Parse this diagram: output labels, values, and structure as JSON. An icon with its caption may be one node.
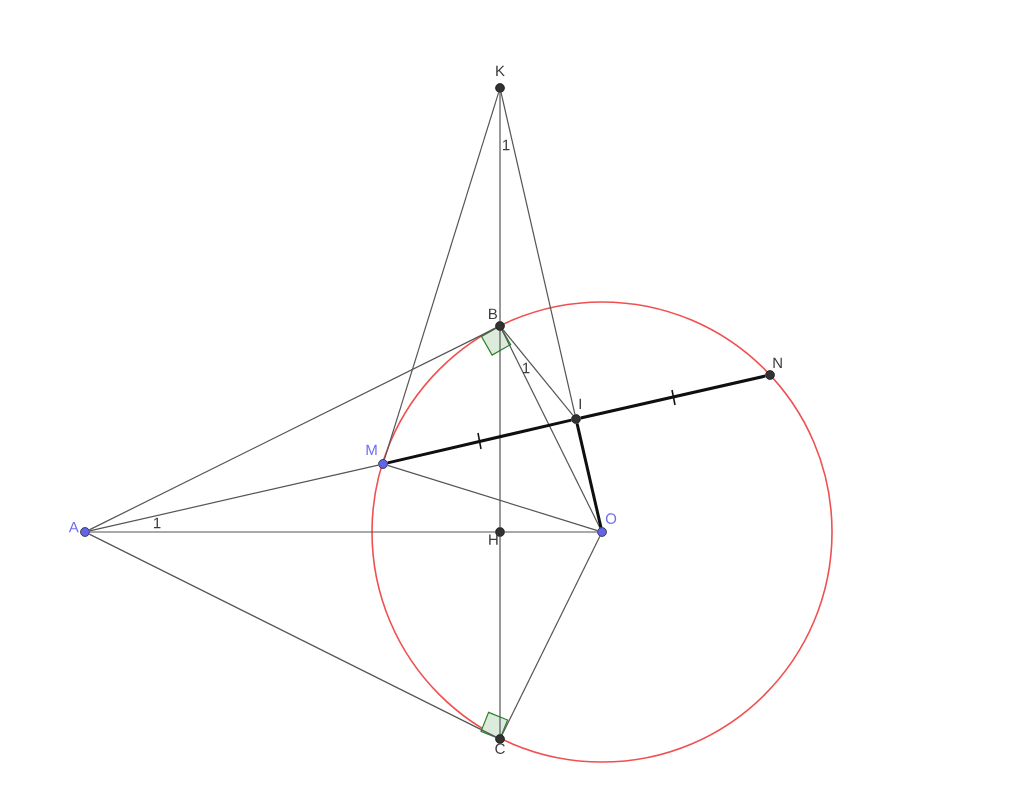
{
  "diagram": {
    "nodes": [
      {
        "text": [
          "K"
        ]
      },
      {
        "text": [
          "B"
        ]
      },
      {
        "text": [
          "H"
        ]
      },
      {
        "text": [
          "C"
        ]
      },
      {
        "text": [
          "A"
        ]
      },
      {
        "text": [
          "M"
        ]
      },
      {
        "text": [
          "O"
        ]
      },
      {
        "text": [
          "I"
        ]
      },
      {
        "text": [
          "N"
        ]
      }
    ],
    "edges": [
      {
        "from": 0,
        "to": 1,
        "arrow": "none"
      },
      {
        "from": 1,
        "to": 2,
        "arrow": "none"
      },
      {
        "from": 2,
        "to": 3,
        "arrow": "none"
      },
      {
        "from": 0,
        "to": 5,
        "arrow": "none"
      },
      {
        "from": 0,
        "to": 7,
        "arrow": "none"
      },
      {
        "from": 4,
        "to": 1,
        "arrow": "none"
      },
      {
        "from": 4,
        "to": 5,
        "arrow": "none"
      },
      {
        "from": 4,
        "to": 2,
        "arrow": "none"
      },
      {
        "from": 2,
        "to": 6,
        "arrow": "none"
      },
      {
        "from": 4,
        "to": 3,
        "arrow": "none"
      },
      {
        "from": 5,
        "to": 6,
        "arrow": "none"
      },
      {
        "from": 1,
        "to": 6,
        "arrow": "none"
      },
      {
        "from": 1,
        "to": 7,
        "arrow": "none"
      },
      {
        "from": 3,
        "to": 6,
        "arrow": "none"
      },
      {
        "from": 5,
        "to": 7,
        "arrow": "none",
        "style": "thick"
      },
      {
        "from": 7,
        "to": 8,
        "arrow": "none",
        "style": "thick"
      },
      {
        "from": 7,
        "to": 6,
        "arrow": "none",
        "style": "thick"
      }
    ],
    "labels": [
      "1",
      "1",
      "1"
    ]
  }
}
